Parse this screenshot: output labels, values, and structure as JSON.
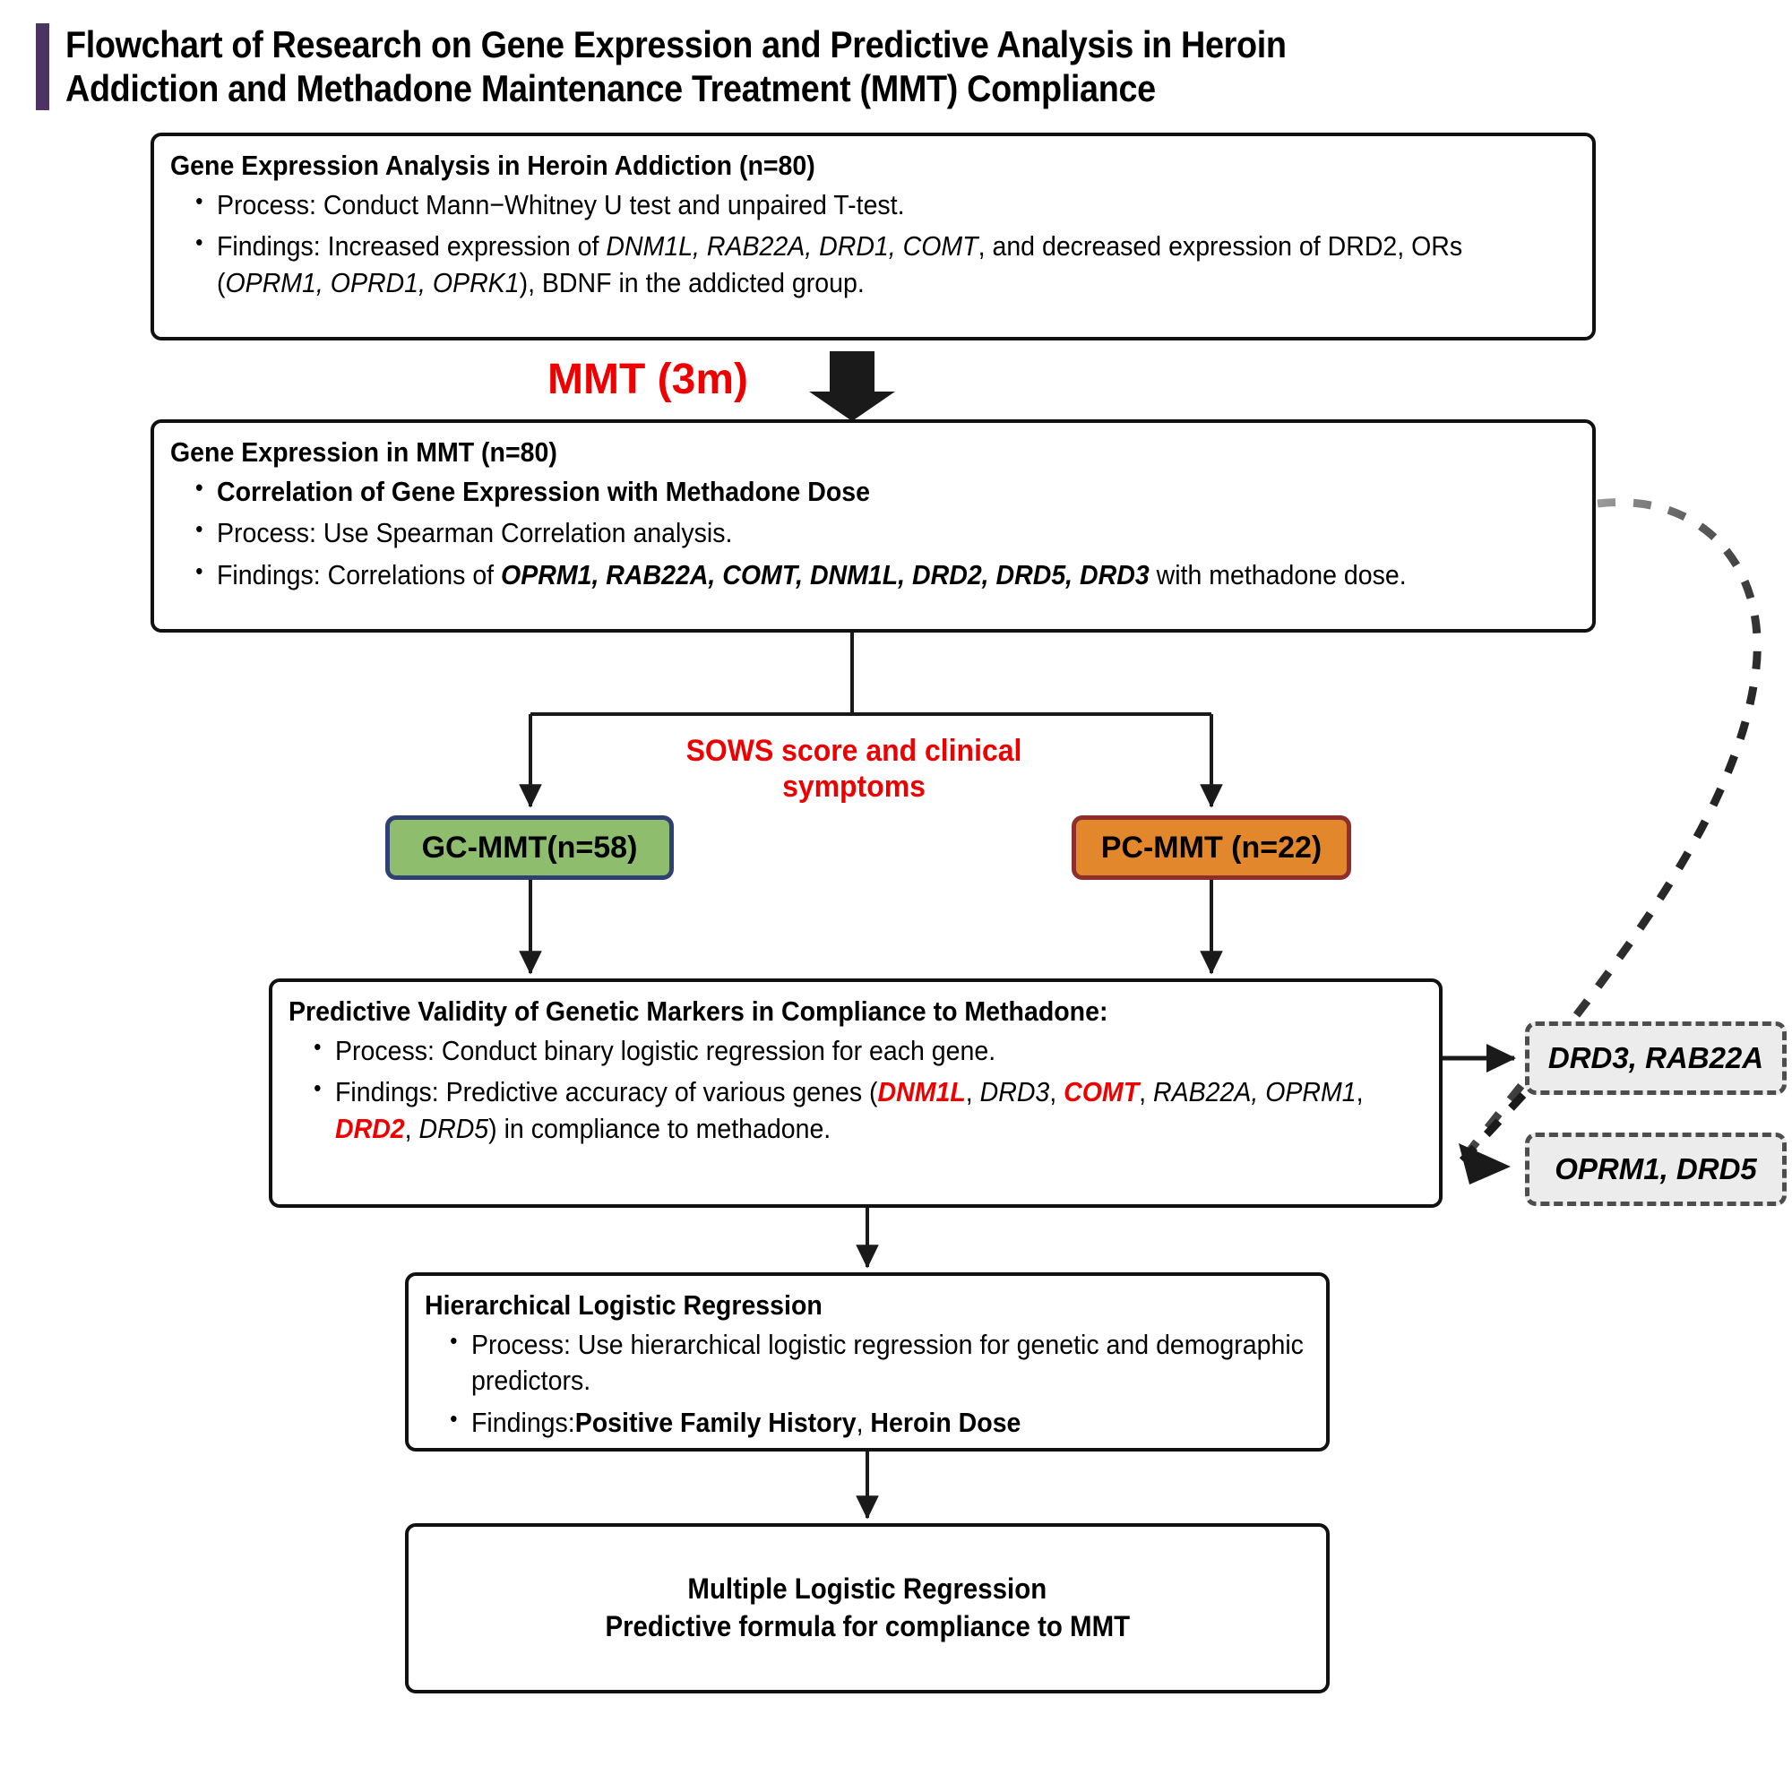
{
  "title": {
    "text": "Flowchart of Research on Gene Expression and Predictive Analysis in Heroin\nAddiction and Methadone Maintenance Treatment (MMT) Compliance",
    "accent_color": "#4b3461"
  },
  "boxes": {
    "gene_expression_heroin": {
      "heading": "Gene Expression Analysis in Heroin Addiction (n=80)",
      "bullets": [
        "Process: Conduct Mann−Whitney U test and unpaired T-test.",
        "Findings: Increased expression of DNM1L, RAB22A, DRD1, COMT, and decreased expression of DRD2, ORs (OPRM1, OPRD1, OPRK1), BDNF in the addicted group."
      ]
    },
    "gene_expression_mmt": {
      "heading": "Gene Expression in MMT (n=80)",
      "bullets": [
        "Correlation of Gene Expression with Methadone Dose",
        "Process: Use Spearman Correlation analysis.",
        "Findings: Correlations of OPRM1, RAB22A, COMT, DNM1L, DRD2, DRD5, DRD3 with methadone dose."
      ]
    },
    "predictive_validity": {
      "heading": "Predictive Validity of Genetic Markers in Compliance to Methadone:",
      "bullets": [
        "Process: Conduct binary logistic regression for each gene.",
        "Findings: Predictive accuracy of various genes (DNM1L, DRD3, COMT, RAB22A, OPRM1, DRD2, DRD5) in compliance to methadone."
      ],
      "highlighted_genes": [
        "DNM1L",
        "COMT",
        "DRD2"
      ],
      "highlight_color": "#ef0000"
    },
    "hierarchical": {
      "heading": "Hierarchical Logistic Regression",
      "bullets": [
        "Process: Use hierarchical logistic regression for genetic and demographic predictors.",
        "Findings:Positive Family History, Heroin Dose"
      ]
    },
    "multiple": {
      "line1": "Multiple Logistic Regression",
      "line2": "Predictive formula for compliance to MMT"
    }
  },
  "groups": {
    "gc_mmt": {
      "label": "GC-MMT(n=58)",
      "fill": "#8dbd6d",
      "stroke": "#2e4172"
    },
    "pc_mmt": {
      "label": "PC-MMT (n=22)",
      "fill": "#e3872c",
      "stroke": "#8e2f2c"
    }
  },
  "chips": {
    "chip1": "DRD3, RAB22A",
    "chip2": "OPRM1, DRD5"
  },
  "labels": {
    "mmt_3m": "MMT (3m)",
    "sows": "SOWS score and clinical\nsymptoms"
  },
  "fragments": {
    "b1_l1": "Process: Conduct Mann−Whitney U test and unpaired T-test.",
    "b1_l2a": "Findings: Increased expression of ",
    "b1_g1": "DNM1L, RAB22A, DRD1, COMT",
    "b1_l2b": ", and decreased expression of DRD2, ORs (",
    "b1_g2": "OPRM1, OPRD1, OPRK1",
    "b1_l2c": "), BDNF in the addicted group.",
    "b2_l1": "Correlation of Gene Expression with Methadone Dose",
    "b2_l2": "Process: Use Spearman Correlation analysis.",
    "b2_l3a": "Findings: Correlations of ",
    "b2_g1": "OPRM1, RAB22A, COMT, DNM1L, DRD2, DRD5, DRD3",
    "b2_l3b": " with methadone dose.",
    "b3_l1": "Process: Conduct binary logistic regression for each gene.",
    "b3_l2a": "Findings: Predictive accuracy of various genes (",
    "b3_r1": "DNM1L",
    "b3_m1": ", ",
    "b3_g1": "DRD3",
    "b3_m2": ", ",
    "b3_r2": "COMT",
    "b3_m3": ", ",
    "b3_g2": "RAB22A, OPRM1",
    "b3_m4": ", ",
    "b3_r3": "DRD2",
    "b3_m5": ", ",
    "b3_g3": "DRD5",
    "b3_l2b": ") in compliance to methadone.",
    "b4_l1": "Process: Use hierarchical logistic regression for",
    "b4_l1b": "genetic and demographic predictors.",
    "b4_l2a": "Findings:",
    "b4_l2b": "Positive Family History",
    "b4_l2c": ", ",
    "b4_l2d": "Heroin Dose"
  }
}
